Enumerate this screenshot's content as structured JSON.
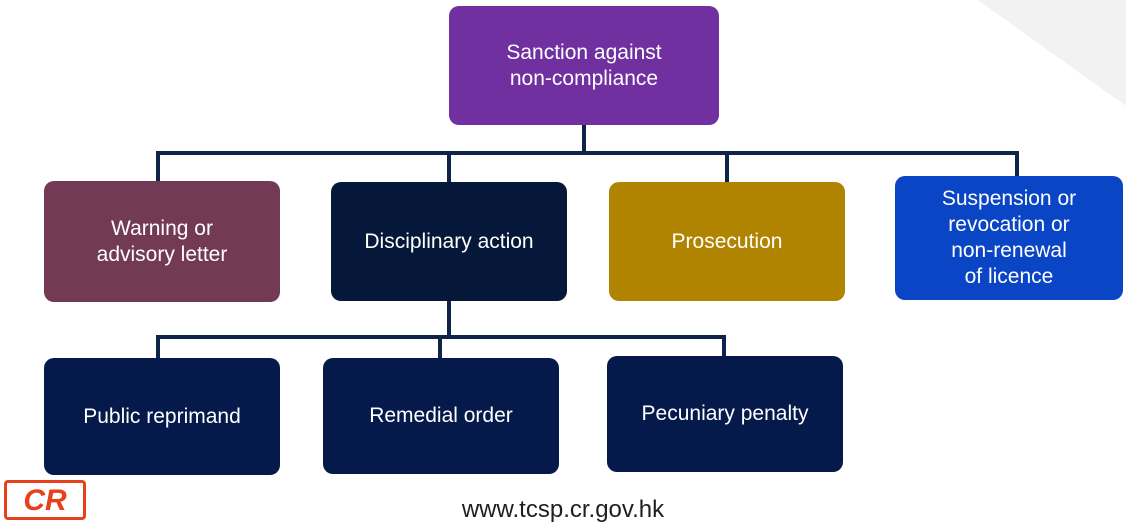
{
  "diagram": {
    "root": {
      "label": "Sanction against\nnon-compliance",
      "color": "#7030a0"
    },
    "level1": [
      {
        "key": "warning",
        "label": "Warning or\nadvisory letter",
        "color": "#733a56"
      },
      {
        "key": "disciplinary",
        "label": "Disciplinary action",
        "color": "#051839"
      },
      {
        "key": "prosecution",
        "label": "Prosecution",
        "color": "#b08401"
      },
      {
        "key": "suspension",
        "label": "Suspension or\nrevocation or\nnon-renewal\nof licence",
        "color": "#0a45c6"
      }
    ],
    "level2": [
      {
        "key": "reprimand",
        "label": "Public reprimand",
        "color": "#051a4b"
      },
      {
        "key": "remedial",
        "label": "Remedial  order",
        "color": "#051a4b"
      },
      {
        "key": "pecuniary",
        "label": "Pecuniary penalty",
        "color": "#051a4b"
      }
    ],
    "connector_color": "#0e2448"
  },
  "footer": {
    "logo_text": "CR",
    "logo_color": "#e8401a",
    "website": "www.tcsp.cr.gov.hk"
  }
}
